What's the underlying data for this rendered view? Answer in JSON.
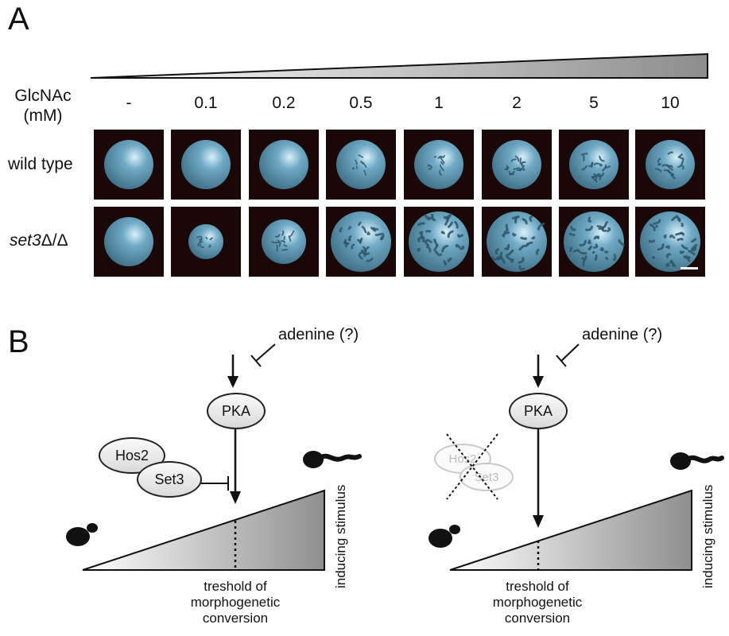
{
  "panel_a": {
    "letter": "A",
    "gradient_label": "",
    "row_header": {
      "line1": "GlcNAc",
      "line2": "(mM)"
    },
    "concentrations": [
      "-",
      "0.1",
      "0.2",
      "0.5",
      "1",
      "2",
      "5",
      "10"
    ],
    "rows": [
      {
        "label": "wild type",
        "wrinkle_level": [
          0,
          0,
          0,
          0.1,
          0.2,
          0.35,
          0.45,
          0.45
        ]
      },
      {
        "label_main": "set3",
        "label_suffix": "Δ/Δ",
        "wrinkle_level": [
          0,
          0.15,
          0.3,
          0.75,
          0.95,
          0.95,
          0.9,
          0.95
        ]
      }
    ],
    "colors": {
      "colony": "#6fa9c4",
      "background": "#1a0708"
    }
  },
  "panel_b": {
    "letter": "B",
    "left": {
      "adenine": "adenine (?)",
      "pka": "PKA",
      "hos2": "Hos2",
      "set3": "Set3",
      "threshold_line1": "treshold of",
      "threshold_line2": "morphogenetic",
      "threshold_line3": "conversion",
      "stimulus": "inducing stimulus"
    },
    "right": {
      "adenine": "adenine (?)",
      "pka": "PKA",
      "hos2": "Hos2",
      "set3": "Set3",
      "threshold_line1": "treshold of",
      "threshold_line2": "morphogenetic",
      "threshold_line3": "conversion",
      "stimulus": "inducing stimulus"
    }
  }
}
